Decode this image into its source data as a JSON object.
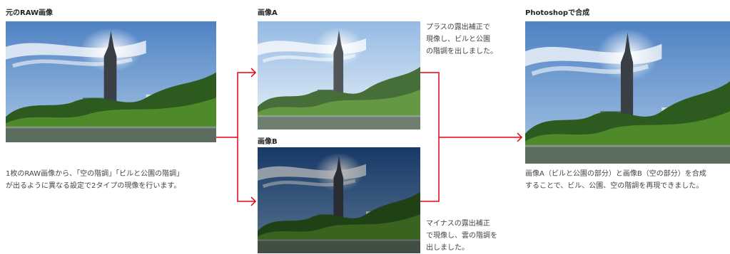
{
  "sections": {
    "original": {
      "title": "元のRAW画像",
      "caption_lines": [
        "1枚のRAW画像から、「空の階調」「ビルと公園の階調」",
        "が出るように異なる設定で2タイプの現像を行います。"
      ]
    },
    "image_a": {
      "title": "画像A",
      "note_lines": [
        "プラスの露出補正で",
        "現像し、ビルと公園",
        "の階調を出しました。"
      ]
    },
    "image_b": {
      "title": "画像B",
      "note_lines": [
        "マイナスの露出補正",
        "で現像し、雲の階調を",
        "出しました。"
      ]
    },
    "result": {
      "title": "Photoshopで合成",
      "caption_lines": [
        "画像A（ビルと公園の部分）と画像B（空の部分）を合成",
        "することで、ビル、公園、空の階調を再現できました。"
      ]
    }
  },
  "colors": {
    "arrow": "#e60012"
  }
}
